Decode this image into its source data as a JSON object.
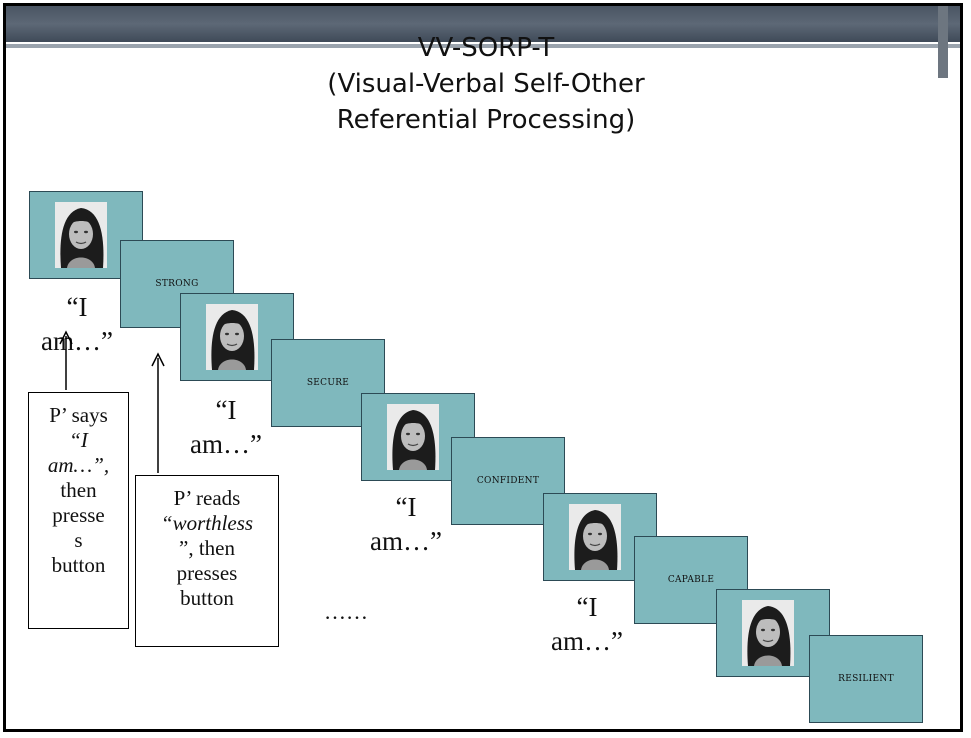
{
  "title": {
    "line1": "VV-SORP-T",
    "line2": "(Visual-Verbal Self-Other",
    "line3": "Referential Processing)"
  },
  "sequence": [
    {
      "kind": "photo"
    },
    {
      "kind": "word",
      "label": "STRONG"
    },
    {
      "kind": "photo"
    },
    {
      "kind": "word",
      "label": "SECURE"
    },
    {
      "kind": "photo"
    },
    {
      "kind": "word",
      "label": "CONFIDENT"
    },
    {
      "kind": "photo"
    },
    {
      "kind": "word",
      "label": "CAPABLE"
    },
    {
      "kind": "photo"
    },
    {
      "kind": "word",
      "label": "RESILIENT"
    }
  ],
  "i_am_labels": [
    {
      "line1": "“I",
      "line2": "am…”"
    },
    {
      "line1": "“I",
      "line2": "am…”"
    },
    {
      "line1": "“I",
      "line2": "am…”"
    },
    {
      "line1": "“I",
      "line2": "am…”"
    }
  ],
  "instruction_says": {
    "p1": "P’ says",
    "p2": "“I",
    "p3": "am…”,",
    "p4": "then",
    "p5": "presse",
    "p6": "s",
    "p7": "button"
  },
  "instruction_reads": {
    "p1": "P’ reads",
    "p2": "“worthless",
    "p3": "”, then",
    "p4": "presses",
    "p5": "button"
  },
  "ellipsis": "……",
  "colors": {
    "card_fill": "#7fb8bd",
    "card_border": "#2c4a55",
    "header_bar": "#4a5563"
  },
  "icons": [
    "face-photo-icon",
    "arrow-up-icon"
  ]
}
